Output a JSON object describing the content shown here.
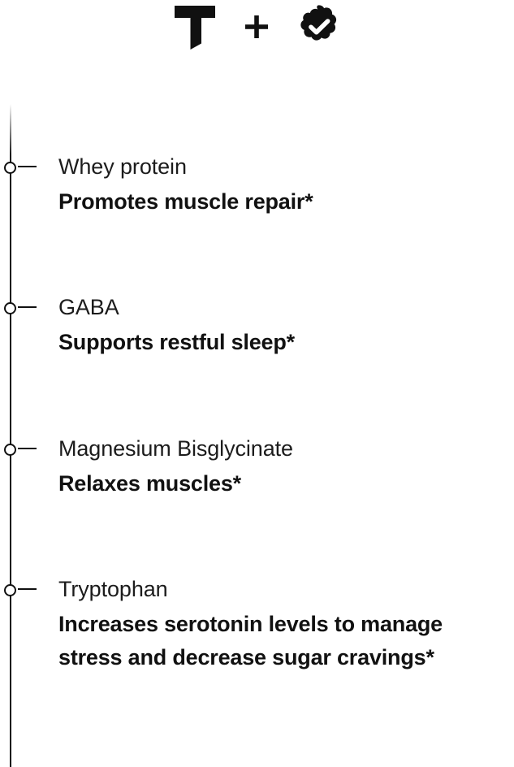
{
  "brand": {
    "logo_icon": "letter-t-logo-icon",
    "plus_icon": "plus-icon",
    "badge_icon": "verified-badge-icon",
    "accent_color": "#111111",
    "background_color": "#ffffff"
  },
  "timeline": {
    "axis_color": "#111111",
    "items": [
      {
        "marker_icon": "timeline-node-icon",
        "title": "Whey protein",
        "description": "Promotes muscle repair*"
      },
      {
        "marker_icon": "timeline-node-icon",
        "title": "GABA",
        "description": "Supports restful sleep*"
      },
      {
        "marker_icon": "timeline-node-icon",
        "title": "Magnesium Bisglycinate",
        "description": "Relaxes muscles*"
      },
      {
        "marker_icon": "timeline-node-icon",
        "title": "Tryptophan",
        "description": "Increases serotonin levels to manage stress and decrease sugar cravings*"
      }
    ]
  }
}
